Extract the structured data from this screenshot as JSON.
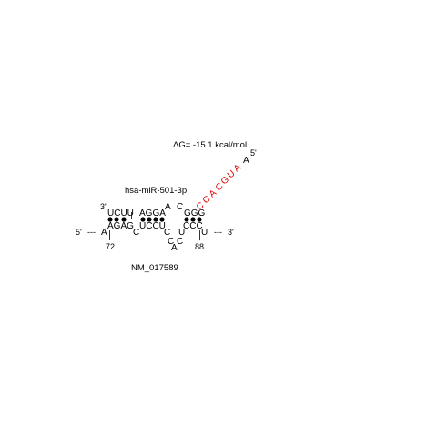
{
  "energy": {
    "delta": "Δ",
    "text": "G= -15.1 kcal/mol"
  },
  "mirna": {
    "name": "hsa-miR-501-3p",
    "end_3prime": "3'",
    "end_5prime": "5'",
    "paired_groups": [
      "UCUU",
      "AGGA",
      "GGG"
    ],
    "bulges": [
      "A",
      "C"
    ],
    "seed_letters": [
      "C",
      "C",
      "A",
      "C",
      "G",
      "U",
      "A",
      "A"
    ]
  },
  "target": {
    "name": "NM_017589",
    "end_5prime": "5'",
    "end_3prime": "3'",
    "dash_left": "---",
    "dash_right": "---",
    "first_base": "A",
    "paired_groups": [
      "AGAG",
      "UCCU",
      "CCC"
    ],
    "bulges": [
      "C",
      "U"
    ],
    "loop_bases": [
      "C",
      "C",
      "A",
      "C"
    ],
    "last_base": "U",
    "position_start": "72",
    "position_end": "88"
  },
  "colors": {
    "seed": "#e00000",
    "text": "#000000"
  }
}
